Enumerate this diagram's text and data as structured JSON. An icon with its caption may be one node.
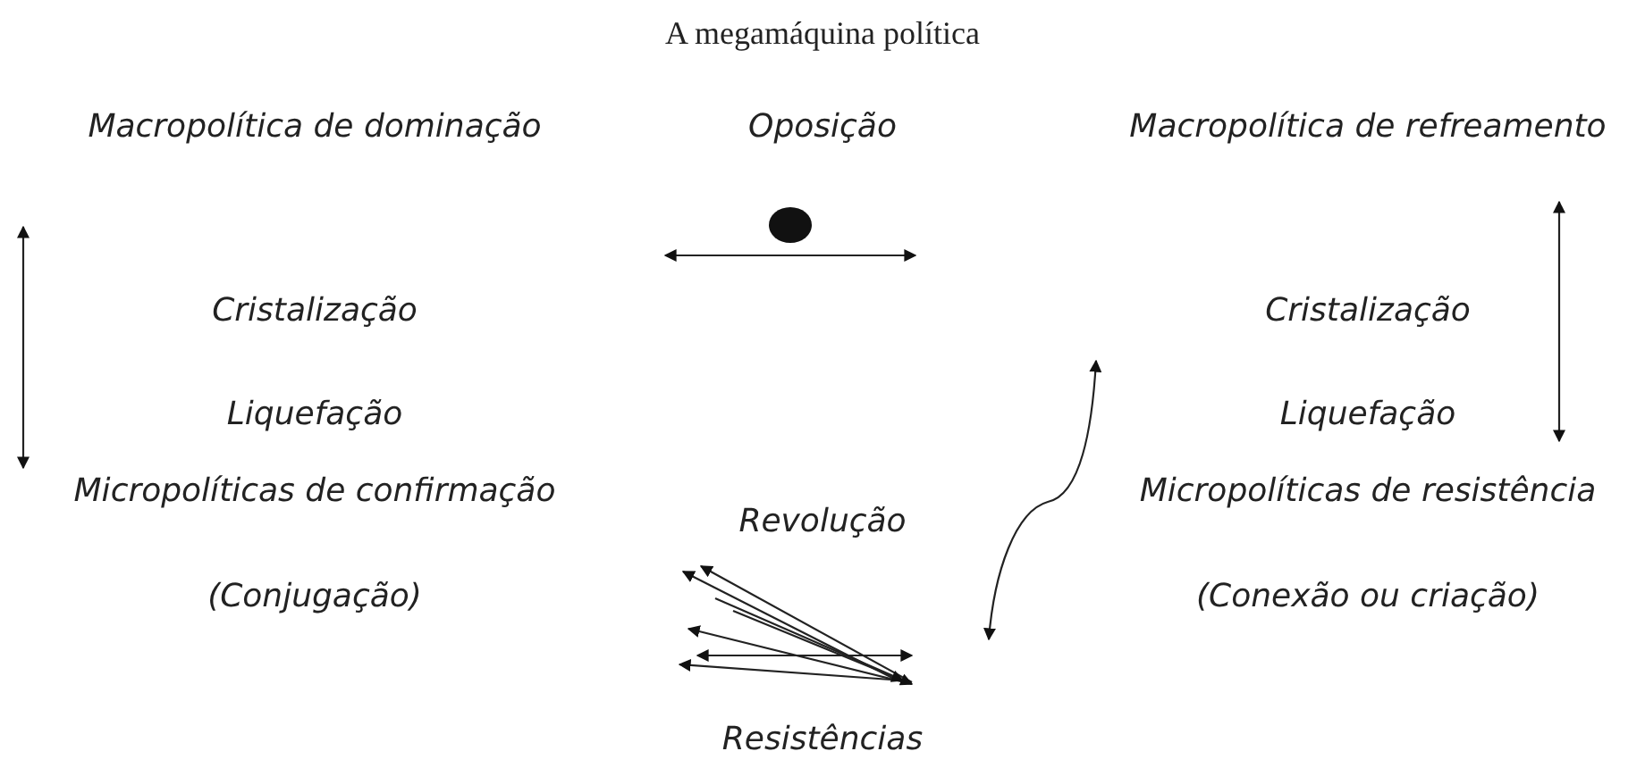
{
  "diagram": {
    "title": "A megamáquina política",
    "labels": [
      "Macropolítica de dominação",
      "Oposição",
      "Macropolítica de refreamento",
      "Cristalização",
      "Cristalização",
      "Liquefação",
      "Liquefação",
      "Micropolíticas de confirmação",
      "Micropolíticas de resistência",
      "Revolução",
      "(Conjugação)",
      "(Conexão ou criação)",
      "Resistências"
    ]
  }
}
